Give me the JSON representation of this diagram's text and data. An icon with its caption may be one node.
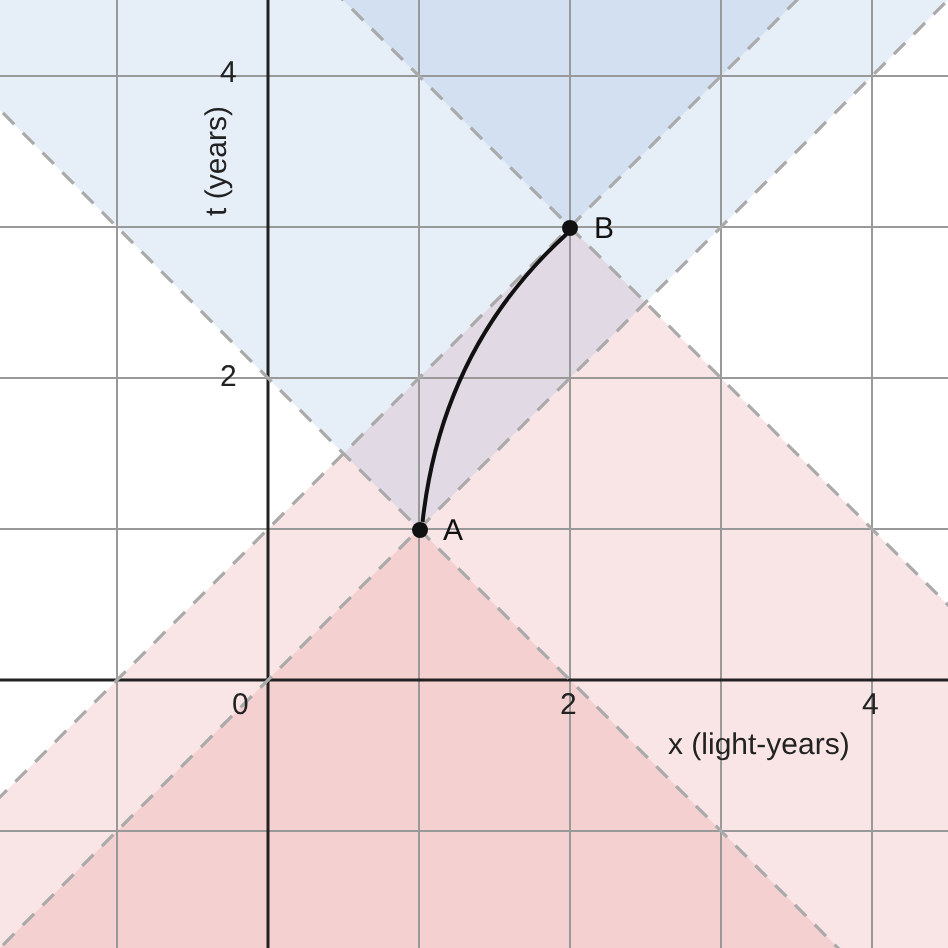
{
  "diagram": {
    "nodes": [
      {
        "text": [
          "A"
        ]
      },
      {
        "text": [
          "B"
        ]
      }
    ],
    "edges": [
      {
        "from": 0,
        "to": 1,
        "arrow": "none"
      }
    ],
    "labels": [
      "4",
      "t (years)",
      "2",
      "0",
      "2",
      "4",
      "x (light-years)"
    ]
  }
}
